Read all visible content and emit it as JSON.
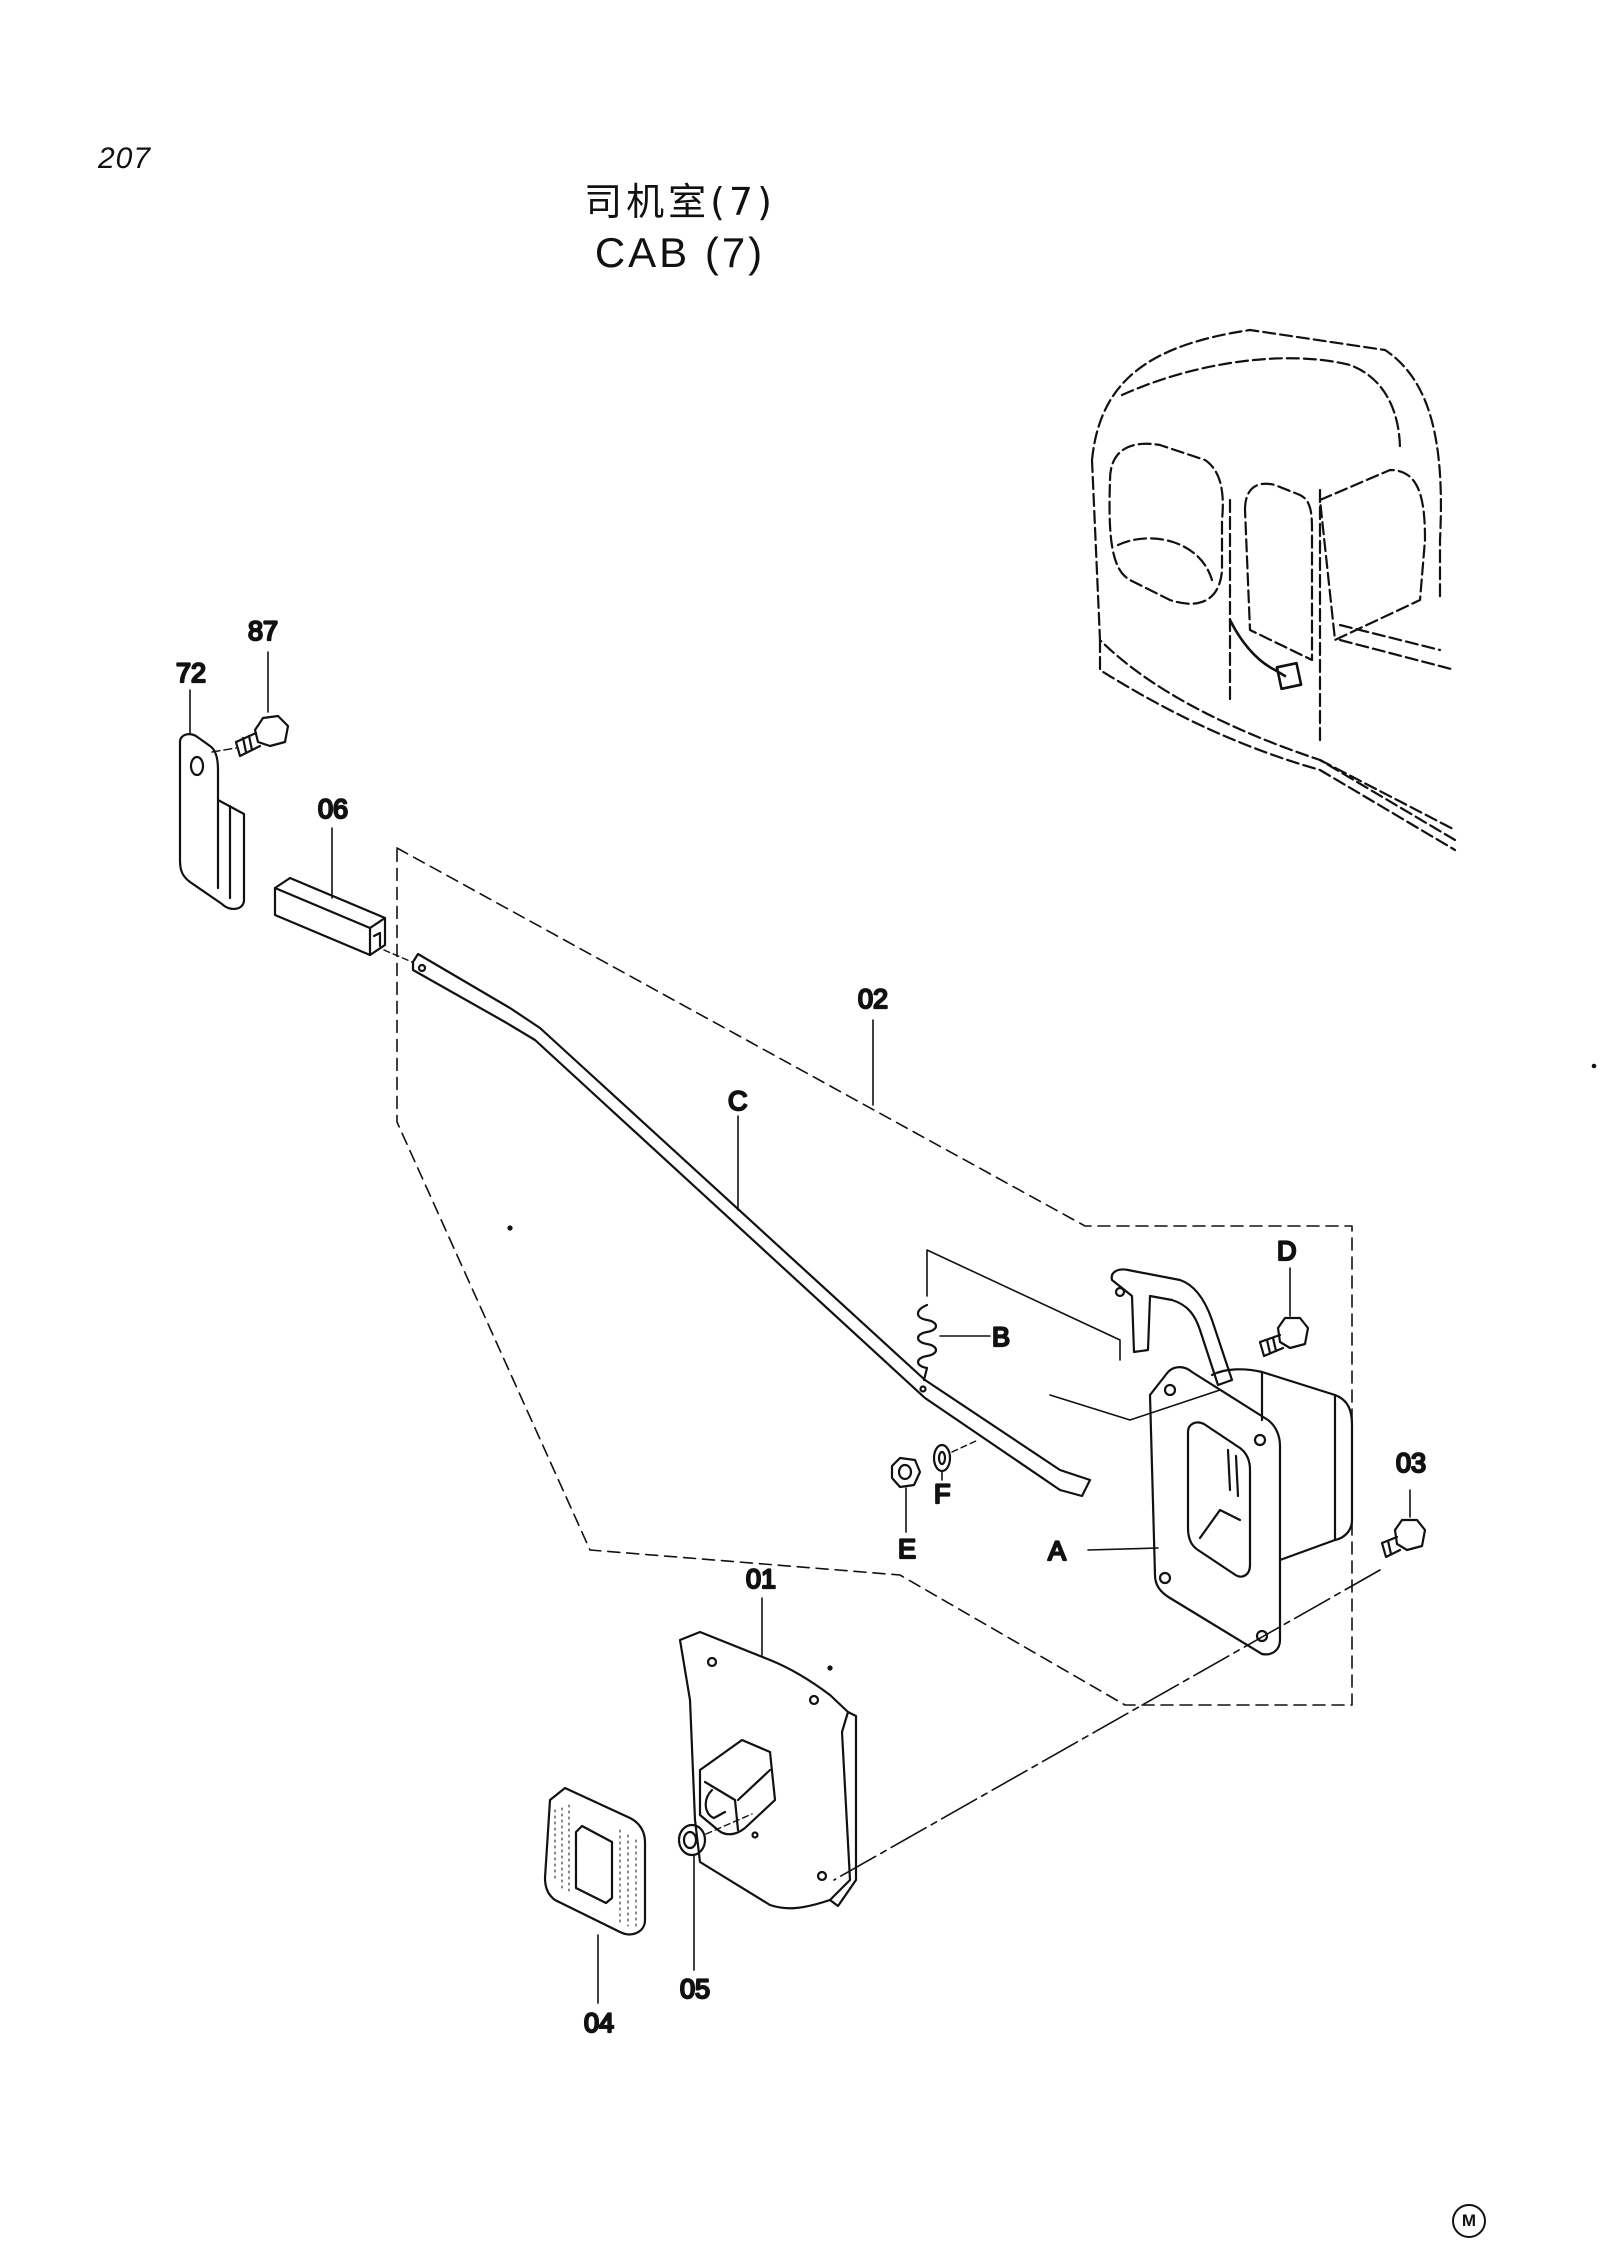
{
  "page": {
    "number": "207",
    "title_cn": "司机室(7)",
    "title_en": "CAB  (7)",
    "mark": "M"
  },
  "callouts": {
    "c87": "87",
    "c72": "72",
    "c06": "06",
    "c02": "02",
    "cC": "C",
    "cD": "D",
    "cB": "B",
    "cE": "E",
    "cF": "F",
    "c03": "03",
    "cA": "A",
    "c01": "01",
    "c05": "05",
    "c04": "04"
  }
}
